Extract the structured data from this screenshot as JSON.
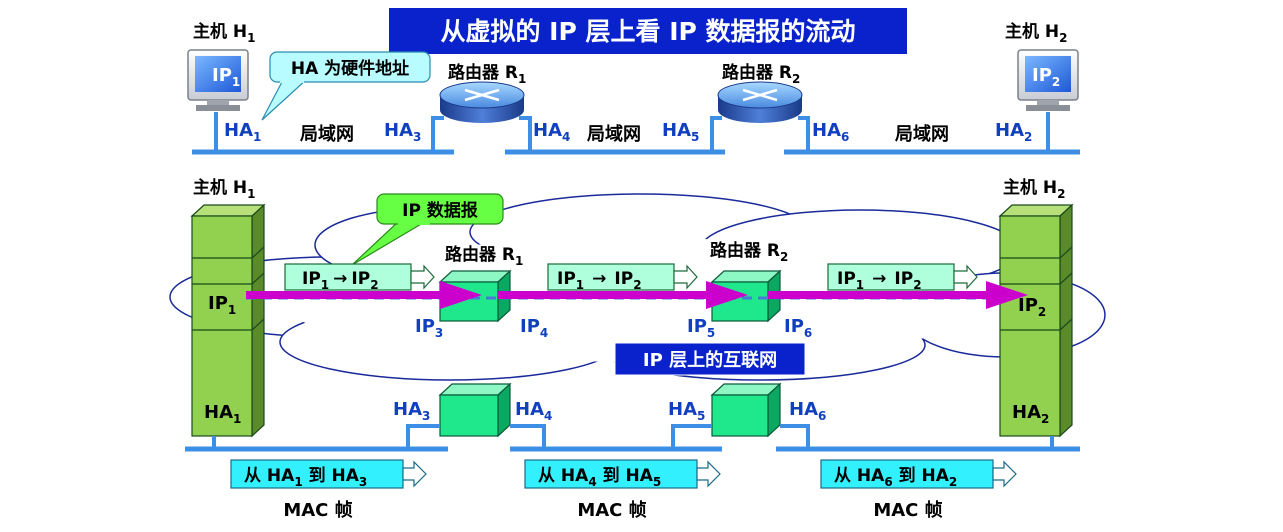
{
  "title": "从虚拟的 IP 层上看 IP 数据报的流动",
  "top": {
    "host1_label": "主机 H",
    "host1_sub": "1",
    "host2_label": "主机 H",
    "host2_sub": "2",
    "ip1": "IP",
    "ip1_sub": "1",
    "ip2": "IP",
    "ip2_sub": "2",
    "callout": "HA 为硬件地址",
    "router1_label": "路由器 R",
    "router1_sub": "1",
    "router2_label": "路由器 R",
    "router2_sub": "2",
    "lan": "局域网",
    "ha": "HA",
    "ha_subs": [
      "1",
      "3",
      "4",
      "5",
      "6",
      "2"
    ]
  },
  "bottom": {
    "host1_label": "主机 H",
    "host1_sub": "1",
    "host2_label": "主机 H",
    "host2_sub": "2",
    "callout": "IP 数据报",
    "router1_label": "路由器 R",
    "router1_sub": "1",
    "router2_label": "路由器 R",
    "router2_sub": "2",
    "packet_src": "IP",
    "packet_src_sub": "1",
    "packet_arrow": "→",
    "packet_dst": "IP",
    "packet_dst_sub": "2",
    "ip": "IP",
    "ip_subs": [
      "1",
      "3",
      "4",
      "5",
      "6",
      "2"
    ],
    "cloud_label": "IP 层上的互联网",
    "ha": "HA",
    "ha_subs": [
      "1",
      "3",
      "4",
      "5",
      "6",
      "2"
    ],
    "frames": [
      {
        "pre": "从 HA",
        "a": "1",
        "mid": " 到 HA",
        "b": "3"
      },
      {
        "pre": "从 HA",
        "a": "4",
        "mid": " 到 HA",
        "b": "5"
      },
      {
        "pre": "从 HA",
        "a": "6",
        "mid": " 到 HA",
        "b": "2"
      }
    ],
    "mac_label": "MAC 帧"
  },
  "colors": {
    "title_bg": "#0a22cc",
    "blue_text": "#1040c0",
    "net_line": "#3d8fe6",
    "host_green": "#92d050",
    "router_green": "#1fe88c",
    "packet_bg": "#b0ffdc",
    "callout_bg": "#b8fcff",
    "ip_callout_bg": "#66ff44",
    "magenta_arrow": "#cc00cc",
    "frame_bg": "#33f0ff"
  }
}
